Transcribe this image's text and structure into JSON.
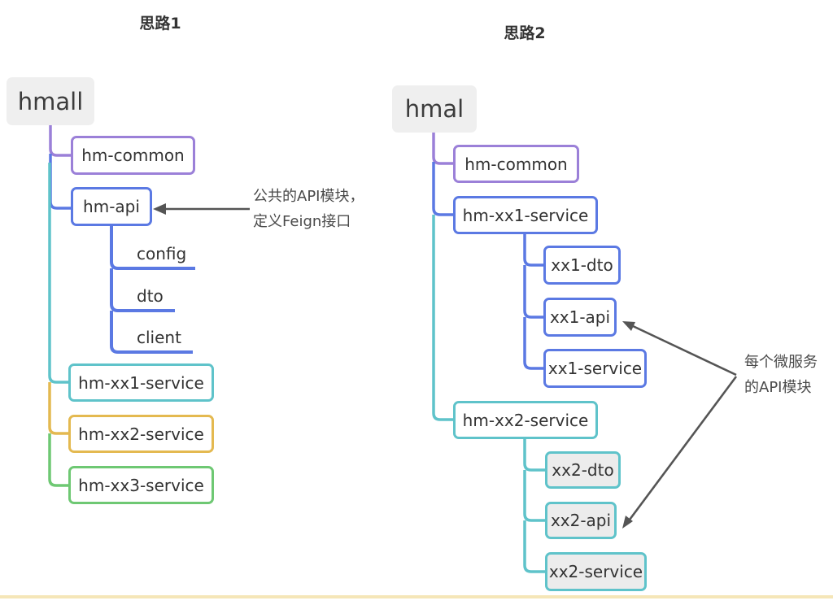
{
  "left": {
    "title": "思路1",
    "root_label": "hmall",
    "hm_common": "hm-common",
    "hm_api": "hm-api",
    "config": "config",
    "dto": "dto",
    "client": "client",
    "service1": "hm-xx1-service",
    "service2": "hm-xx2-service",
    "service3": "hm-xx3-service",
    "annotation_line1": "公共的API模块，",
    "annotation_line2": "定义Feign接口"
  },
  "right": {
    "title": "思路2",
    "root_label": "hmal",
    "hm_common": "hm-common",
    "service1": "hm-xx1-service",
    "xx1_dto": "xx1-dto",
    "xx1_api": "xx1-api",
    "xx1_service": "xx1-service",
    "service2": "hm-xx2-service",
    "xx2_dto": "xx2-dto",
    "xx2_api": "xx2-api",
    "xx2_service": "xx2-service",
    "annotation_line1": "每个微服务",
    "annotation_line2": "的API模块"
  },
  "colors": {
    "branch_purple": "#9b80d8",
    "branch_blue": "#5b79e3",
    "branch_teal": "#5fc3ca",
    "branch_yellow": "#e4b950",
    "branch_green": "#6ec873",
    "root_background": "#efefef",
    "child_background": "#ececec",
    "arrow": "#555555",
    "text": "#333333",
    "bottom_rule": "#f5e6b8"
  }
}
